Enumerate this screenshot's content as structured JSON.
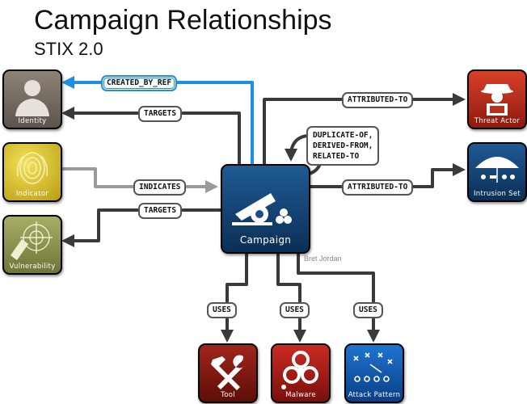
{
  "title": "Campaign Relationships",
  "subtitle": "STIX 2.0",
  "credit": "Bret Jordan",
  "nodes": {
    "identity": "Identity",
    "indicator": "Indicator",
    "vulnerability": "Vulnerability",
    "campaign": "Campaign",
    "threat_actor": "Threat Actor",
    "intrusion_set": "Intrusion Set",
    "tool": "Tool",
    "malware": "Malware",
    "attack_pattern": "Attack Pattern"
  },
  "edges": {
    "created_by_ref": "CREATED_BY_REF",
    "targets_identity": "TARGETS",
    "indicates": "INDICATES",
    "targets_vulnerability": "TARGETS",
    "attributed_to_actor": "ATTRIBUTED-TO",
    "attributed_to_set": "ATTRIBUTED-TO",
    "self_rel_1": "DUPLICATE-OF,",
    "self_rel_2": "DERIVED-FROM,",
    "self_rel_3": "RELATED-TO",
    "uses_tool": "USES",
    "uses_malware": "USES",
    "uses_attack_pattern": "USES"
  },
  "colors": {
    "created_by_ref": "#1f8fe0",
    "connector": "#3a3a3a",
    "indicates": "#9a9a9a"
  }
}
